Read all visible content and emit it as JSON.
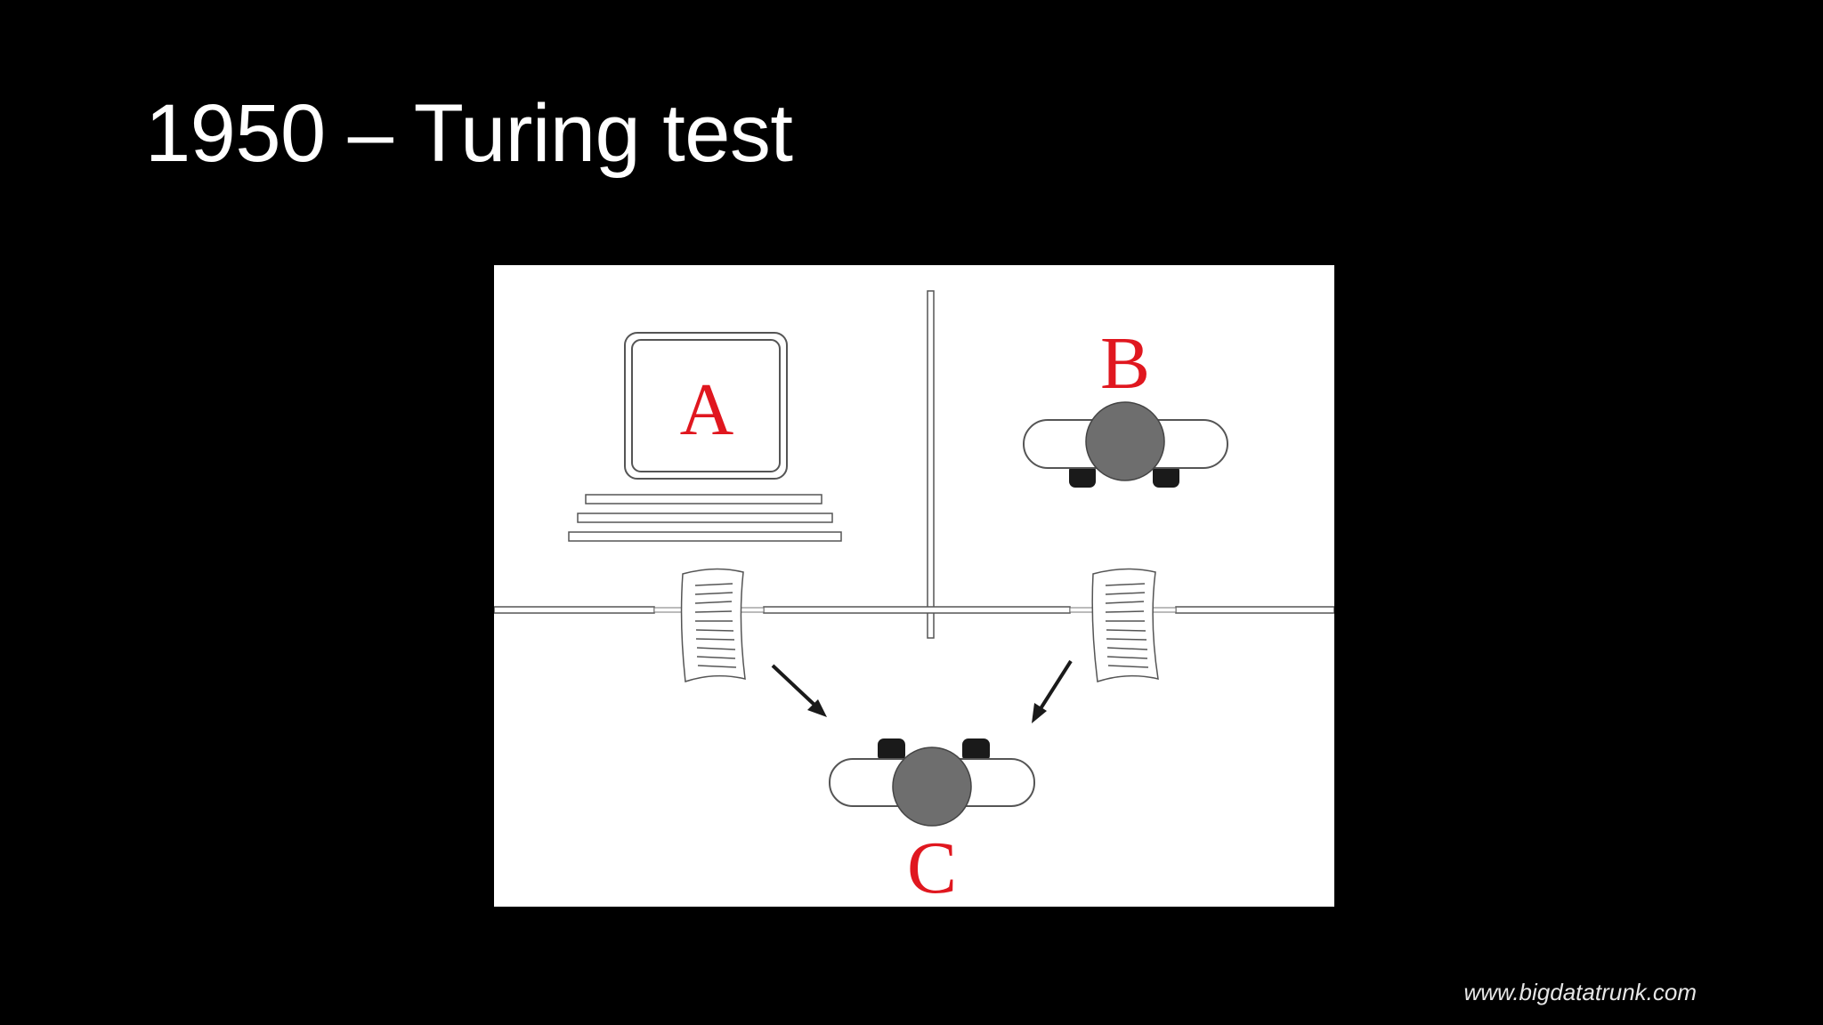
{
  "slide": {
    "title": "1950 – Turing test",
    "footer_url": "www.bigdatatrunk.com"
  },
  "diagram": {
    "labels": {
      "computer": "A",
      "human_b": "B",
      "interrogator": "C"
    },
    "colors": {
      "label": "#e0171f",
      "head": "#6e6e6e",
      "outline": "#555555",
      "feet": "#1a1a1a"
    }
  }
}
